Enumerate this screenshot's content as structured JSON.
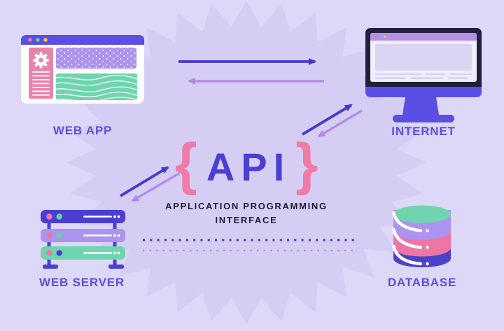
{
  "center": {
    "brace_left": "{",
    "title": "API",
    "brace_right": "}",
    "subtitle_line1": "APPLICATION PROGRAMMING",
    "subtitle_line2": "INTERFACE"
  },
  "nodes": {
    "web_app": {
      "label": "WEB APP"
    },
    "internet": {
      "label": "INTERNET"
    },
    "web_server": {
      "label": "WEB SERVER"
    },
    "database": {
      "label": "DATABASE"
    }
  },
  "colors": {
    "bg": "#ded8f8",
    "starburst": "#d5cdf3",
    "labelPurple": "#5b4ee2",
    "indigo": "#4a3fd2",
    "arrowDark": "#4736d0",
    "arrowLight": "#b18ae9",
    "pink": "#ee7ca7",
    "pinkSidebar": "#e884ab",
    "pinkDot": "#ee76a5",
    "green": "#6fd5ae",
    "lavBlock": "#ab93ef",
    "navy": "#20203a",
    "subtitle": "#1d1d33",
    "yellowDot": "#f6c544",
    "tealDot": "#4ecdc4",
    "screenBody": "#f0eefb",
    "screenBar": "#b58ee6",
    "screenContent": "#dbd5f4",
    "screenLine": "#d5cff0",
    "dbIndigo": "#4b42ca"
  }
}
